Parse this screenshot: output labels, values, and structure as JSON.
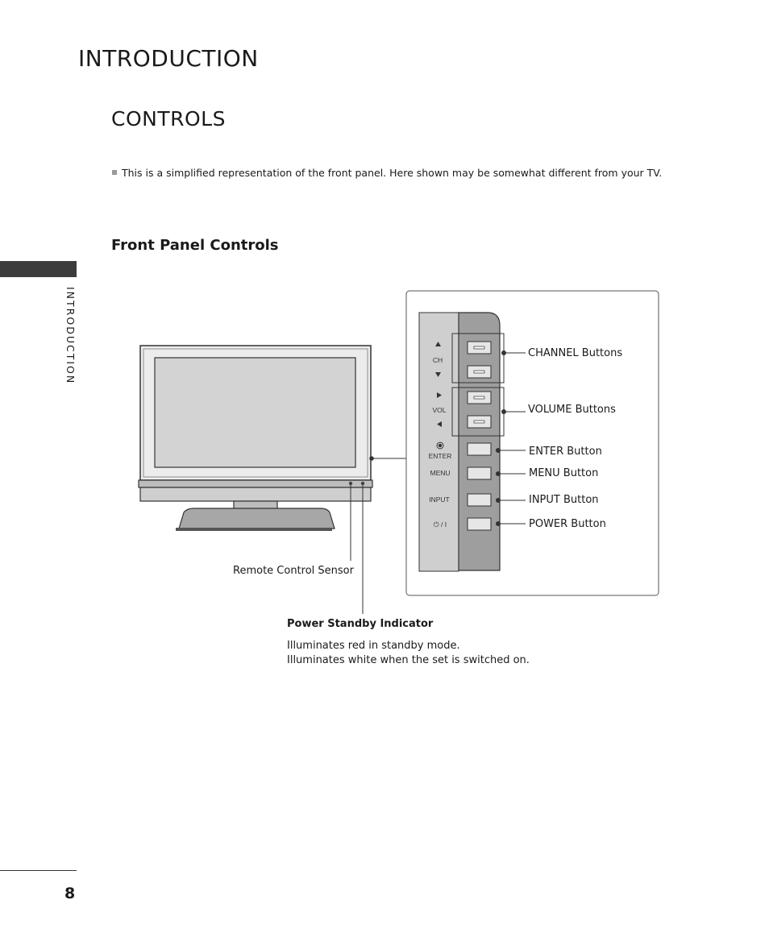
{
  "page": {
    "header_title": "INTRODUCTION",
    "section_heading": "CONTROLS",
    "note": "This is a simplified representation of the front panel. Here shown may be somewhat different from your TV.",
    "subsection_heading": "Front Panel Controls",
    "side_label": "INTRODUCTION",
    "page_number": "8"
  },
  "panel": {
    "ch_label": "CH",
    "vol_label": "VOL",
    "enter_label": "ENTER",
    "menu_label": "MENU",
    "input_label": "INPUT",
    "power_label": "⏻ / I"
  },
  "callouts": {
    "channel": "CHANNEL Buttons",
    "volume": "VOLUME Buttons",
    "enter": "ENTER Button",
    "menu": "MENU Button",
    "input": "INPUT Button",
    "power": "POWER Button",
    "remote_sensor": "Remote Control Sensor",
    "standby_title": "Power Standby Indicator",
    "standby_line1": "Illuminates red in standby mode.",
    "standby_line2": "Illuminates white when the set is switched on."
  }
}
